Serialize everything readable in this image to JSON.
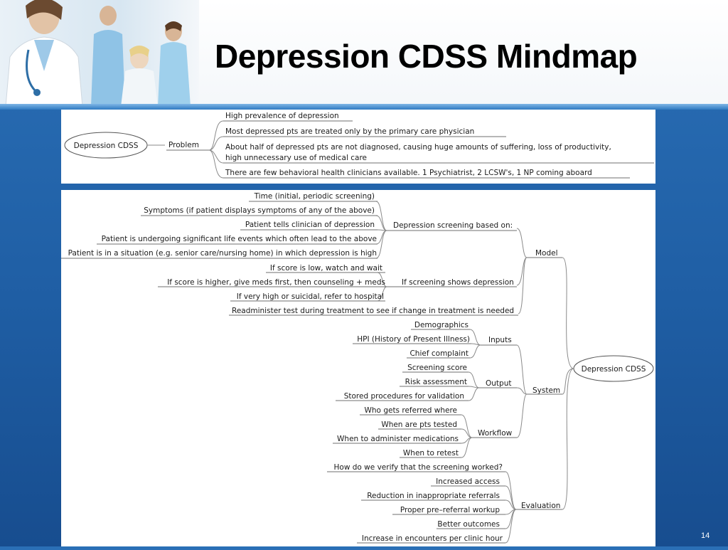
{
  "slide": {
    "title": "Depression CDSS Mindmap",
    "page_number": "14"
  },
  "problem_map": {
    "root": "Depression CDSS",
    "branch": "Problem",
    "items": [
      "High prevalence of depression",
      "Most depressed pts are treated only by the primary care physician",
      "About half of depressed pts are not diagnosed, causing huge amounts of suffering, loss of productivity,",
      "high unnecessary use of medical care",
      "There are few behavioral health clinicians available. 1 Psychiatrist, 2 LCSW's, 1 NP coming aboard"
    ]
  },
  "main_map": {
    "root": "Depression CDSS",
    "model": {
      "label": "Model",
      "screening_based_on": {
        "label": "Depression screening based on:",
        "items": [
          "Time (initial, periodic screening)",
          "Symptoms (if patient displays symptoms of any of the above)",
          "Patient tells clinician of depression",
          "Patient is undergoing significant life events which often lead to the above",
          "Patient is in a situation (e.g. senior care/nursing home) in which depression is high"
        ]
      },
      "screening_shows": {
        "label": "If screening shows depression",
        "items": [
          "If score is low, watch and wait",
          "If score is higher, give meds first, then counseling + meds",
          "If very high or suicidal, refer to hospital"
        ]
      },
      "readminister": "Readminister test during treatment to see if change in treatment is needed"
    },
    "system": {
      "label": "System",
      "inputs": {
        "label": "Inputs",
        "items": [
          "Demographics",
          "HPI (History of Present Illness)",
          "Chief complaint"
        ]
      },
      "output": {
        "label": "Output",
        "items": [
          "Screening score",
          "Risk assessment",
          "Stored procedures for validation"
        ]
      },
      "workflow": {
        "label": "Workflow",
        "items": [
          "Who gets referred where",
          "When are pts tested",
          "When to administer medications",
          "When to retest"
        ]
      }
    },
    "evaluation": {
      "label": "Evaluation",
      "items": [
        "How do we verify that the screening worked?",
        "Increased access",
        "Reduction in inappropriate referrals",
        "Proper pre–referral workup",
        "Better outcomes",
        "Increase in encounters per clinic hour"
      ]
    }
  }
}
